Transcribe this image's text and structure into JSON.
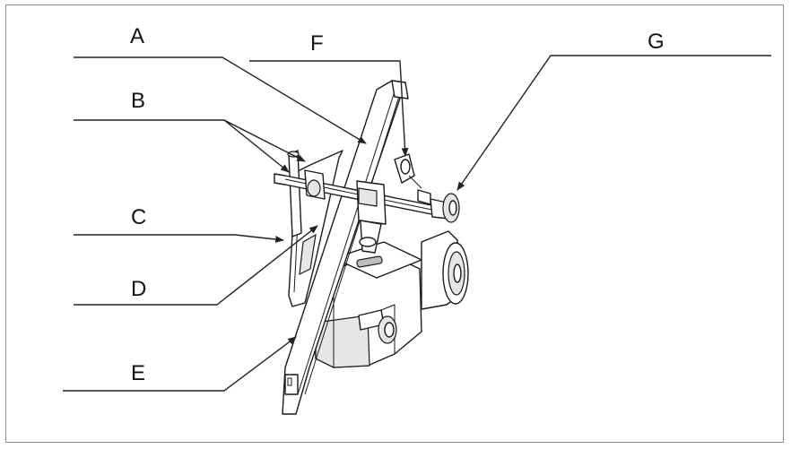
{
  "labels": {
    "A": "A",
    "B": "B",
    "C": "C",
    "D": "D",
    "E": "E",
    "F": "F",
    "G": "G"
  },
  "colors": {
    "line": "#222222",
    "frame": "#8c8c8c",
    "background": "#ffffff"
  }
}
